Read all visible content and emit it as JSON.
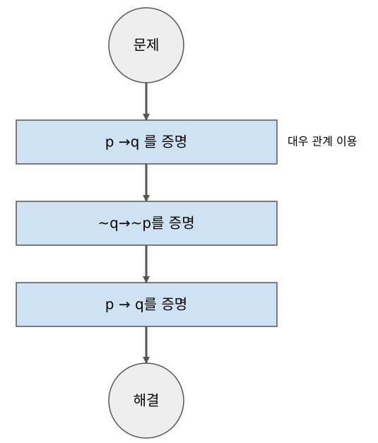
{
  "diagram": {
    "colors": {
      "circle_fill": "#eeeeee",
      "box_fill": "#cfe2f3",
      "stroke": "#555555",
      "arrow": "#555555",
      "text": "#000000"
    },
    "start": {
      "label": "문제"
    },
    "steps": [
      {
        "label": "p →q 를 증명"
      },
      {
        "label": "~q→~p를 증명"
      },
      {
        "label": "p → q를 증명"
      }
    ],
    "end": {
      "label": "해결"
    },
    "note": {
      "label": "대우 관계 이용"
    }
  }
}
